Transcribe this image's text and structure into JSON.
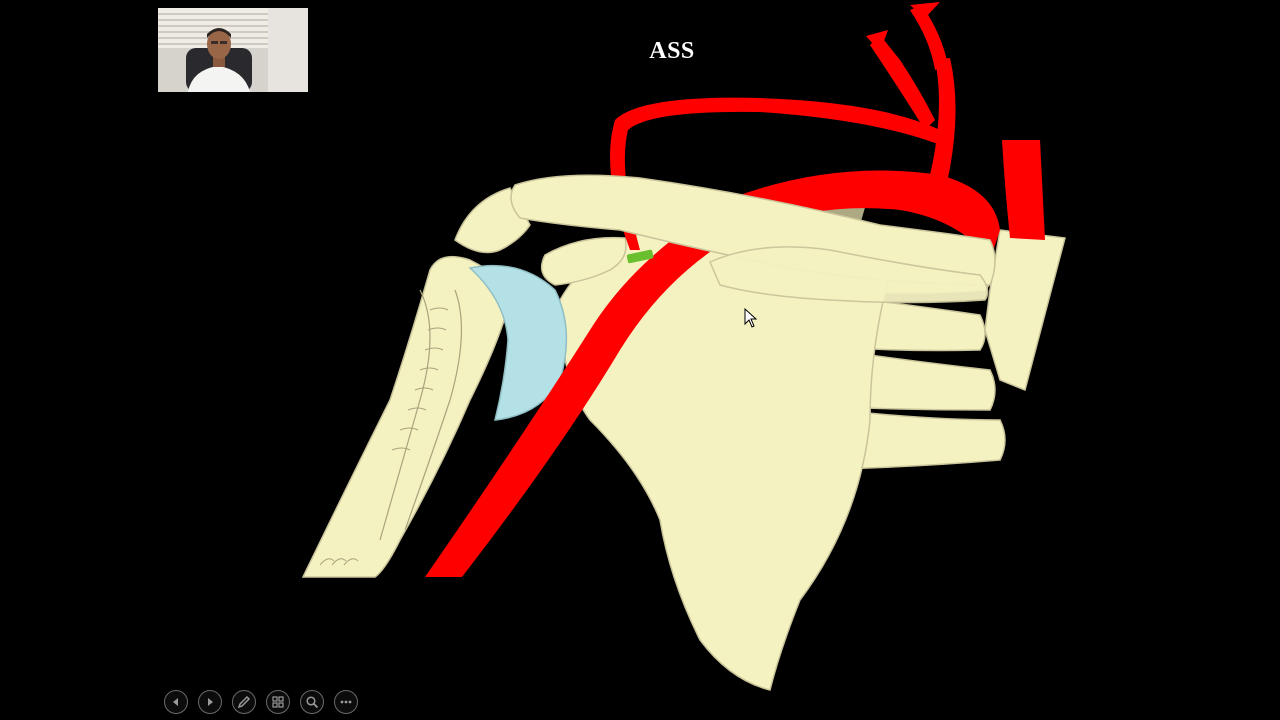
{
  "slide": {
    "title": "ASS",
    "background": "#000000"
  },
  "colors": {
    "bone": "#f5f2c2",
    "bone_outline": "#c9c49a",
    "artery": "#ff0000",
    "cartilage": "#b4e1e6",
    "marker": "#6abf2f"
  },
  "webcam": {
    "description_icon": "presenter-video-icon"
  },
  "toolbar": {
    "buttons": [
      {
        "name": "previous-slide-button",
        "icon": "arrow-left-icon"
      },
      {
        "name": "next-slide-button",
        "icon": "arrow-right-icon"
      },
      {
        "name": "pen-tool-button",
        "icon": "pen-icon"
      },
      {
        "name": "see-all-slides-button",
        "icon": "slides-grid-icon"
      },
      {
        "name": "zoom-button",
        "icon": "magnifier-icon"
      },
      {
        "name": "more-options-button",
        "icon": "ellipsis-icon"
      }
    ]
  }
}
